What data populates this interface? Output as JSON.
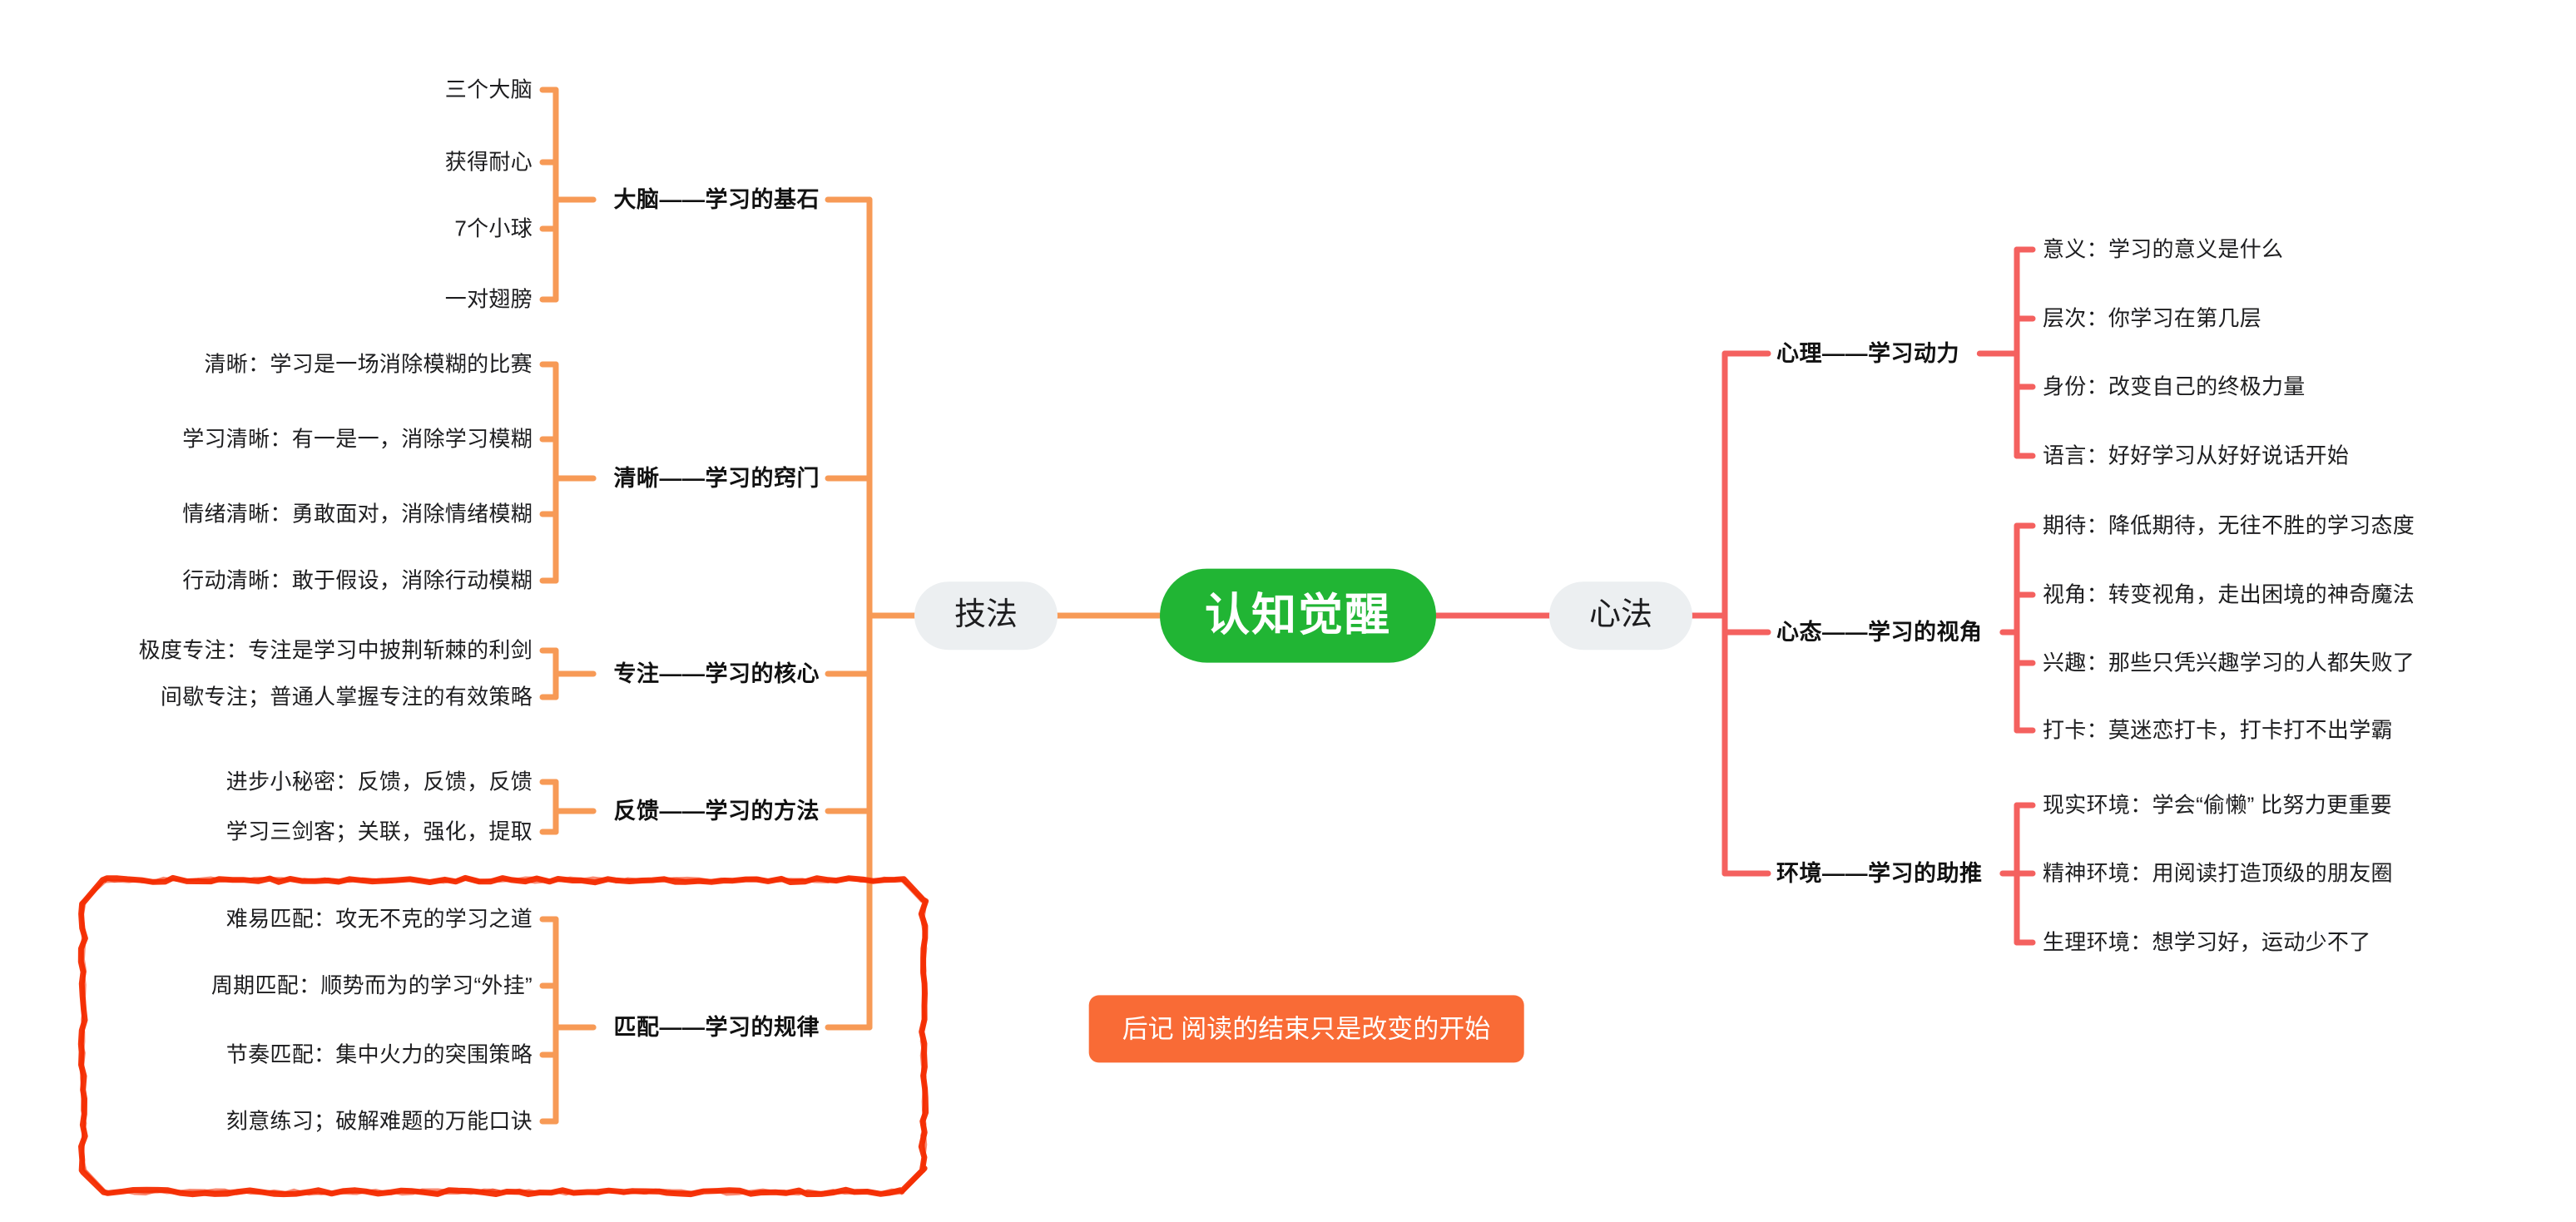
{
  "colors": {
    "center_fill": "#21b534",
    "center_text": "#ffffff",
    "pill_fill": "#eceff1",
    "left_branch_line": "#f79a56",
    "right_branch_line": "#f4615f",
    "footer_fill": "#f96b36",
    "highlight_box": "#f42c00",
    "text": "#1d1d1f"
  },
  "center": {
    "label": "认知觉醒"
  },
  "left_root": {
    "label": "技法"
  },
  "right_root": {
    "label": "心法"
  },
  "footer": {
    "label": "后记 阅读的结束只是改变的开始"
  },
  "left_branches": [
    {
      "title": "大脑——学习的基石",
      "leaves": [
        "三个大脑",
        "获得耐心",
        "7个小球",
        "一对翅膀"
      ]
    },
    {
      "title": "清晰——学习的窍门",
      "leaves": [
        "清晰：学习是一场消除模糊的比赛",
        "学习清晰：有一是一，消除学习模糊",
        "情绪清晰：勇敢面对，消除情绪模糊",
        "行动清晰：敢于假设，消除行动模糊"
      ]
    },
    {
      "title": "专注——学习的核心",
      "leaves": [
        "极度专注：专注是学习中披荆斩棘的利剑",
        "间歇专注；普通人掌握专注的有效策略"
      ]
    },
    {
      "title": "反馈——学习的方法",
      "leaves": [
        "进步小秘密：反馈，反馈，反馈",
        "学习三剑客；关联，强化，提取"
      ]
    },
    {
      "title": "匹配——学习的规律",
      "highlighted": true,
      "leaves": [
        "难易匹配：攻无不克的学习之道",
        "周期匹配：顺势而为的学习“外挂”",
        "节奏匹配：集中火力的突围策略",
        "刻意练习；破解难题的万能口诀"
      ]
    }
  ],
  "right_branches": [
    {
      "title": "心理——学习动力",
      "leaves": [
        "意义：学习的意义是什么",
        "层次：你学习在第几层",
        "身份：改变自己的终极力量",
        "语言：好好学习从好好说话开始"
      ]
    },
    {
      "title": "心态——学习的视角",
      "leaves": [
        "期待：降低期待，无往不胜的学习态度",
        "视角：转变视角，走出困境的神奇魔法",
        "兴趣：那些只凭兴趣学习的人都失败了",
        "打卡：莫迷恋打卡，打卡打不出学霸"
      ]
    },
    {
      "title": "环境——学习的助推",
      "leaves": [
        "现实环境：学会“偷懒” 比努力更重要",
        "精神环境：用阅读打造顶级的朋友圈",
        "生理环境：想学习好，运动少不了"
      ]
    }
  ]
}
